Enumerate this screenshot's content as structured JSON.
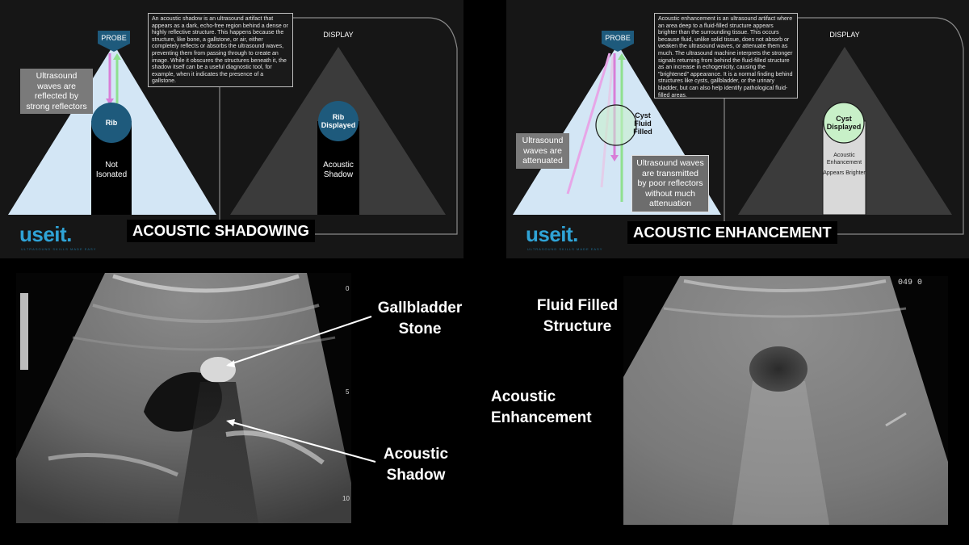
{
  "shadowing": {
    "description": "An acoustic shadow is an ultrasound artifact that appears as a dark, echo-free region behind a dense or highly reflective structure. This happens because the structure, like bone, a gallstone, or air, either completely reflects or absorbs the ultrasound waves, preventing them from passing through to create an image. While it obscures the structures beneath it, the shadow itself can be a useful diagnostic tool, for example, when it indicates the presence of a gallstone.",
    "probe": "PROBE",
    "display": "DISPLAY",
    "reflected_callout": "Ultrasound waves are reflected by strong reflectors",
    "rib": "Rib",
    "not_isonated": "Not Isonated",
    "rib_displayed": "Rib Displayed",
    "acoustic_shadow": "Acoustic Shadow",
    "logo": "useit.",
    "logo_sub": "ULTRASOUND SKILLS MADE EASY",
    "title": "ACOUSTIC SHADOWING"
  },
  "enhancement": {
    "description": "Acoustic enhancement is an ultrasound artifact where an area deep to a fluid-filled structure appears brighter than the surrounding tissue. This occurs because fluid, unlike solid tissue, does not absorb or weaken the ultrasound waves, or attenuate them as much. The ultrasound machine interprets the stronger signals returning from behind the fluid-filled structure as an increase in echogenicity, causing the \"brightened\" appearance. It is a normal finding behind structures like cysts, gallbladder, or the urinary bladder, but can also help identify pathological fluid-filled areas.",
    "probe": "PROBE",
    "display": "DISPLAY",
    "cyst": "Cyst Fluid Filled",
    "attenuated_callout": "Ultrasound waves are attenuated",
    "transmitted_callout": "Ultrasound waves are transmitted by poor reflectors without much attenuation",
    "cyst_displayed": "Cyst Displayed",
    "acoustic_enhancement": "Acoustic Enhancement",
    "appears_brighter": "Appears Brighter",
    "logo": "useit.",
    "logo_sub": "ULTRASOUND SKILLS MADE EASY",
    "title": "ACOUSTIC ENHANCEMENT"
  },
  "ultrasound_left": {
    "gallbladder_stone": "Gallbladder Stone",
    "acoustic_shadow": "Acoustic Shadow",
    "scale_marks": [
      "0",
      "5",
      "10"
    ]
  },
  "ultrasound_right": {
    "fluid_filled": "Fluid Filled Structure",
    "acoustic_enhancement": "Acoustic Enhancement",
    "readout": "049 0"
  },
  "colors": {
    "probe": "#1e5a7c",
    "beam": "#cfe3f3",
    "rib_circle": "#1e5a7c",
    "cyst_circle": "#c8f0c8",
    "arrow_pink": "#d87ed8",
    "arrow_green": "#8fe08f",
    "logo": "#2fa3d6"
  }
}
